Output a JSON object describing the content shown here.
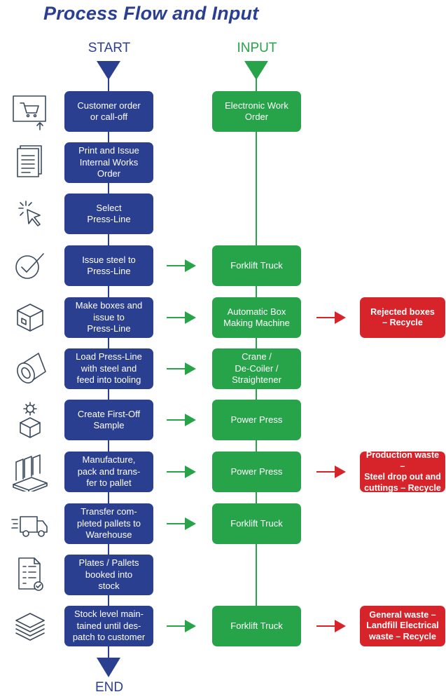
{
  "title": "Process Flow and Input",
  "labels": {
    "start": "START",
    "input": "INPUT",
    "end": "END"
  },
  "colors": {
    "blue": "#2b3f91",
    "green": "#27a449",
    "red": "#d7242b",
    "icon": "#3a4a5c"
  },
  "steps": [
    {
      "text": "Customer order\nor call-off",
      "input": "Electronic Work\nOrder",
      "icon": "cart-screen-icon"
    },
    {
      "text": "Print and Issue\nInternal Works\nOrder",
      "icon": "documents-icon"
    },
    {
      "text": "Select\nPress-Line",
      "icon": "cursor-click-icon"
    },
    {
      "text": "Issue steel to\nPress-Line",
      "input": "Forklift Truck",
      "icon": "checkmark-circle-icon"
    },
    {
      "text": "Make boxes and\nissue to\nPress-Line",
      "input": "Automatic Box\nMaking Machine",
      "output": "Rejected boxes\n– Recycle",
      "icon": "box-icon"
    },
    {
      "text": "Load Press-Line\nwith steel and\nfeed into tooling",
      "input": "Crane /\nDe-Coiler /\nStraightener",
      "icon": "steel-coil-icon"
    },
    {
      "text": "Create First-Off\nSample",
      "input": "Power Press",
      "icon": "gear-box-icon"
    },
    {
      "text": "Manufacture,\npack and trans-\nfer to pallet",
      "input": "Power Press",
      "output": "Production waste –\nSteel drop out and\ncuttings – Recycle",
      "icon": "pallet-icon"
    },
    {
      "text": "Transfer com-\npleted pallets to\nWarehouse",
      "input": "Forklift Truck",
      "icon": "truck-icon"
    },
    {
      "text": "Plates / Pallets\nbooked into\nstock",
      "icon": "checklist-icon"
    },
    {
      "text": "Stock level main-\ntained until des-\npatch to customer",
      "input": "Forklift Truck",
      "output": "General waste –\nLandfill Electrical\nwaste – Recycle",
      "icon": "layers-icon"
    }
  ]
}
